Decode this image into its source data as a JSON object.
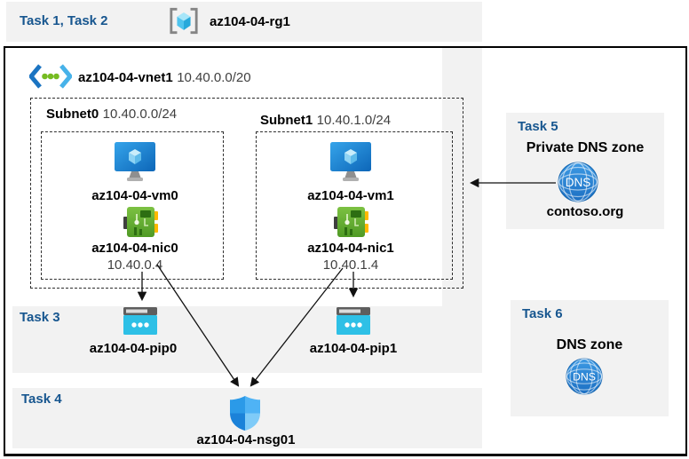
{
  "header": {
    "tasks_label": "Task 1, Task 2",
    "resource_group": "az104-04-rg1"
  },
  "vnet": {
    "name": "az104-04-vnet1",
    "cidr": "10.40.0.0/20"
  },
  "subnets": [
    {
      "name": "Subnet0",
      "cidr": "10.40.0.0/24",
      "vm": "az104-04-vm0",
      "nic": "az104-04-nic0",
      "nic_ip": "10.40.0.4"
    },
    {
      "name": "Subnet1",
      "cidr": "10.40.1.0/24",
      "vm": "az104-04-vm1",
      "nic": "az104-04-nic1",
      "nic_ip": "10.40.1.4"
    }
  ],
  "task3": {
    "label": "Task 3",
    "pip0": "az104-04-pip0",
    "pip1": "az104-04-pip1"
  },
  "task4": {
    "label": "Task 4",
    "nsg": "az104-04-nsg01"
  },
  "task5": {
    "label": "Task 5",
    "title": "Private DNS zone",
    "zone_name": "contoso.org",
    "icon_text": "DNS"
  },
  "task6": {
    "label": "Task 6",
    "title": "DNS zone",
    "icon_text": "DNS"
  },
  "colors": {
    "task_label": "#17568F",
    "band_bg": "#F2F2F2",
    "nic_green": "#5FA92C",
    "pip_cyan": "#2EC0E6",
    "shield_blue": "#2B9AE8",
    "dns_blue": "#2E86D6"
  }
}
